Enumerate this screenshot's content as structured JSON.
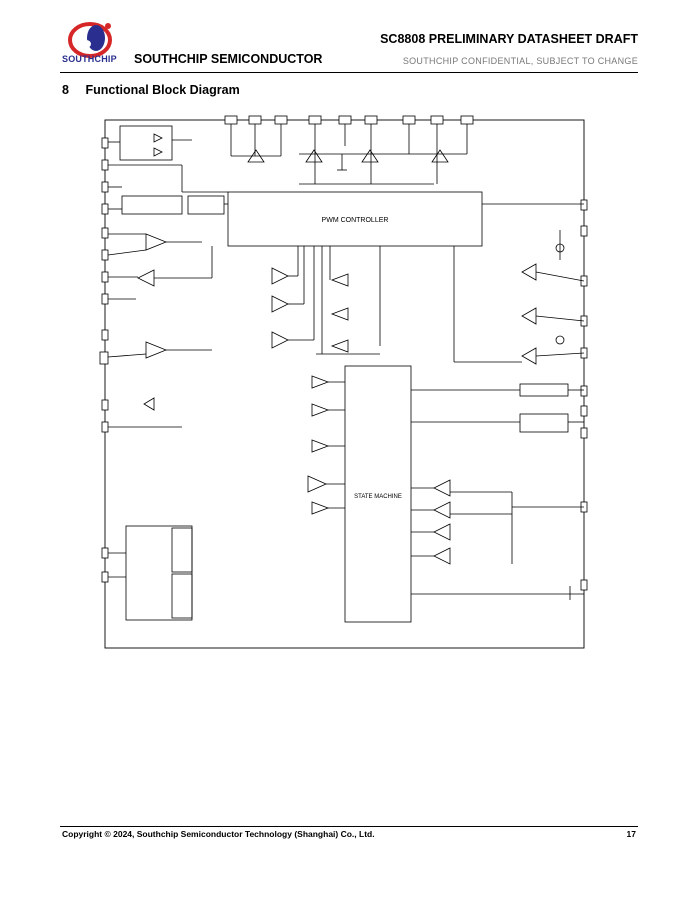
{
  "header": {
    "logo_word": "SOUTHCHIP",
    "company": "SOUTHCHIP SEMICONDUCTOR",
    "doc_title": "SC8808 PRELIMINARY DATASHEET DRAFT",
    "confidential": "SOUTHCHIP CONFIDENTIAL, SUBJECT TO CHANGE"
  },
  "section": {
    "number": "8",
    "title": "Functional Block Diagram"
  },
  "diagram": {
    "pwm_controller": "PWM CONTROLLER",
    "state_machine": "STATE MACHINE"
  },
  "footer": {
    "copyright": "Copyright © 2024, Southchip Semiconductor Technology (Shanghai) Co., Ltd.",
    "page": "17"
  }
}
